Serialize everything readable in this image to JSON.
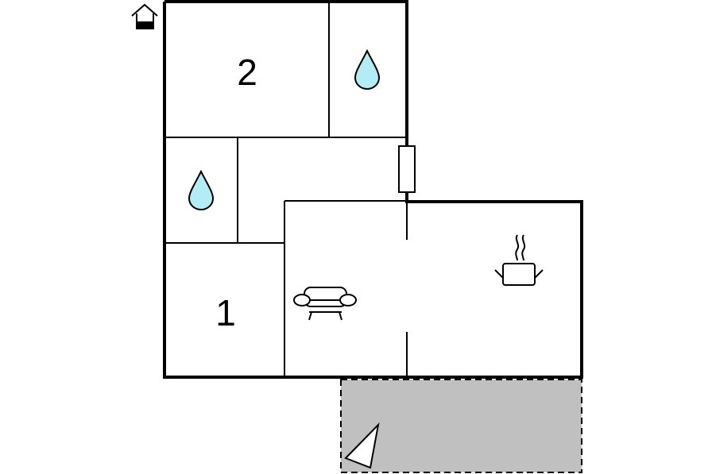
{
  "floorplan": {
    "rooms": [
      {
        "id": "bedroom-2",
        "label": "2",
        "icon": "bed-number"
      },
      {
        "id": "bathroom-upper",
        "label": "",
        "icon": "water-drop-icon"
      },
      {
        "id": "bathroom-lower",
        "label": "",
        "icon": "water-drop-icon"
      },
      {
        "id": "hallway",
        "label": "",
        "icon": ""
      },
      {
        "id": "bedroom-1",
        "label": "1",
        "icon": "bed-number"
      },
      {
        "id": "living-room",
        "label": "",
        "icon": "sofa-icon"
      },
      {
        "id": "kitchen",
        "label": "",
        "icon": "cooking-pot-icon"
      },
      {
        "id": "terrace",
        "label": "",
        "icon": "terrace-triangle-icon"
      }
    ],
    "entrance_icon": "house-entrance-icon",
    "colors": {
      "wall": "#000000",
      "water": "#b3ecf4",
      "terrace": "#c0c0c0"
    }
  }
}
